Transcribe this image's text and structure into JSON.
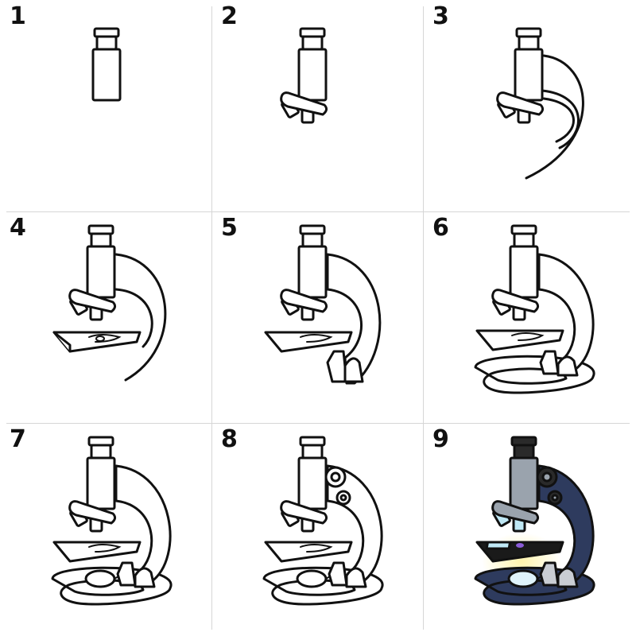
{
  "steps": [
    {
      "number": "1"
    },
    {
      "number": "2"
    },
    {
      "number": "3"
    },
    {
      "number": "4"
    },
    {
      "number": "5"
    },
    {
      "number": "6"
    },
    {
      "number": "7"
    },
    {
      "number": "8"
    },
    {
      "number": "9"
    }
  ],
  "illustration": {
    "subject": "microscope",
    "final_palette": {
      "arm_base": "#2e3b5e",
      "tube": "#9aa3ad",
      "eyepiece": "#2a2a2a",
      "stage": "#1a1a1a",
      "slide_specimen": "#8a5bd6",
      "lens": "#bfe8f5",
      "light_glow": "#fff3a8",
      "mirror": "#dff3fb",
      "support": "#c9cdd3"
    },
    "outline_color": "#111111"
  }
}
